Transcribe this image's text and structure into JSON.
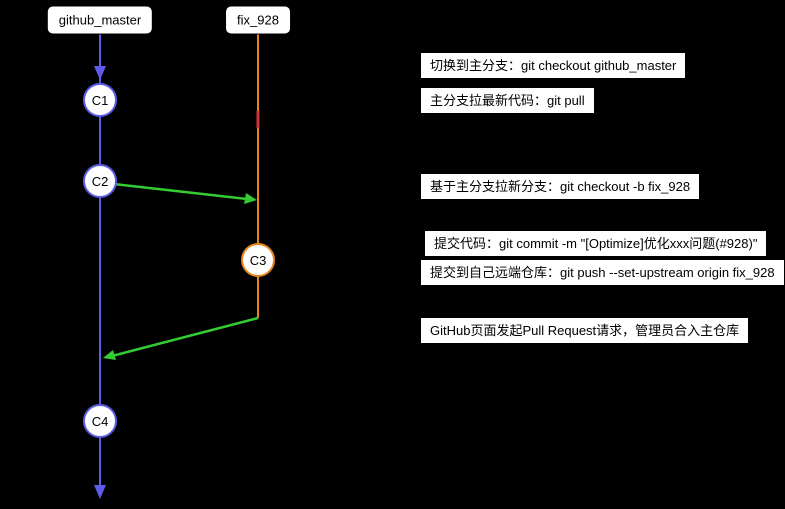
{
  "colors": {
    "background": "#000000",
    "master_branch": "#5e5ce6",
    "feature_branch": "#e8821e",
    "merge_arrow": "#33cc33",
    "pending_mark": "#cc3333",
    "node_fill": "#ffffff",
    "text": "#000000"
  },
  "branches": [
    {
      "label": "github_master"
    },
    {
      "label": "fix_928"
    }
  ],
  "commits": [
    {
      "label": "C1"
    },
    {
      "label": "C2"
    },
    {
      "label": "C3"
    },
    {
      "label": "C4"
    }
  ],
  "annotations": [
    {
      "text": "切换到主分支：git checkout github_master"
    },
    {
      "text": "主分支拉最新代码：git pull"
    },
    {
      "text": "基于主分支拉新分支：git checkout -b fix_928"
    },
    {
      "text": "提交代码：git commit -m \"[Optimize]优化xxx问题(#928)\""
    },
    {
      "text": "提交到自己远端仓库：git push --set-upstream origin fix_928"
    },
    {
      "text": "GitHub页面发起Pull Request请求，管理员合入主仓库"
    }
  ]
}
